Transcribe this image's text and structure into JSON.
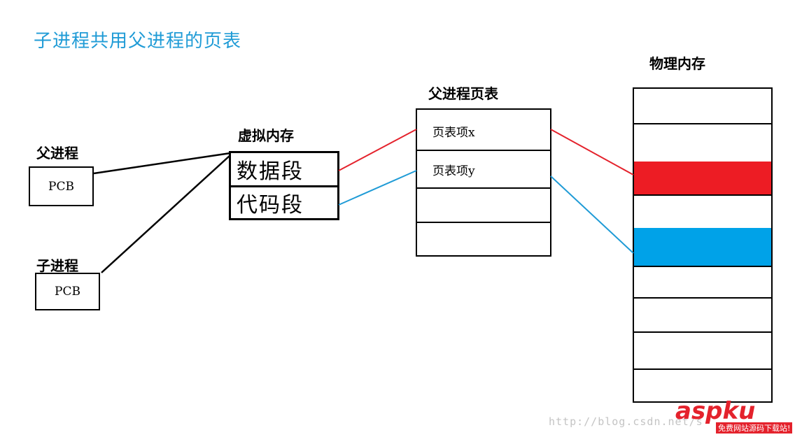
{
  "title": "子进程共用父进程的页表",
  "parent_process": {
    "label": "父进程",
    "pcb": "PCB"
  },
  "child_process": {
    "label": "子进程",
    "pcb": "PCB"
  },
  "virtual_memory": {
    "label": "虚拟内存",
    "segments": [
      "数据段",
      "代码段"
    ]
  },
  "parent_page_table": {
    "label": "父进程页表",
    "entries": [
      "页表项x",
      "页表项y",
      "",
      ""
    ]
  },
  "physical_memory": {
    "label": "物理内存"
  },
  "colors": {
    "title": "#1f9bd6",
    "red_link": "#e4222c",
    "blue_link": "#1f9bd6",
    "red_block": "#ed1c24",
    "blue_block": "#00a2e8"
  },
  "watermark": {
    "url": "http://blog.csdn.net/s",
    "logo_main": "aspku",
    "logo_sub": "免费网站源码下载站!"
  }
}
